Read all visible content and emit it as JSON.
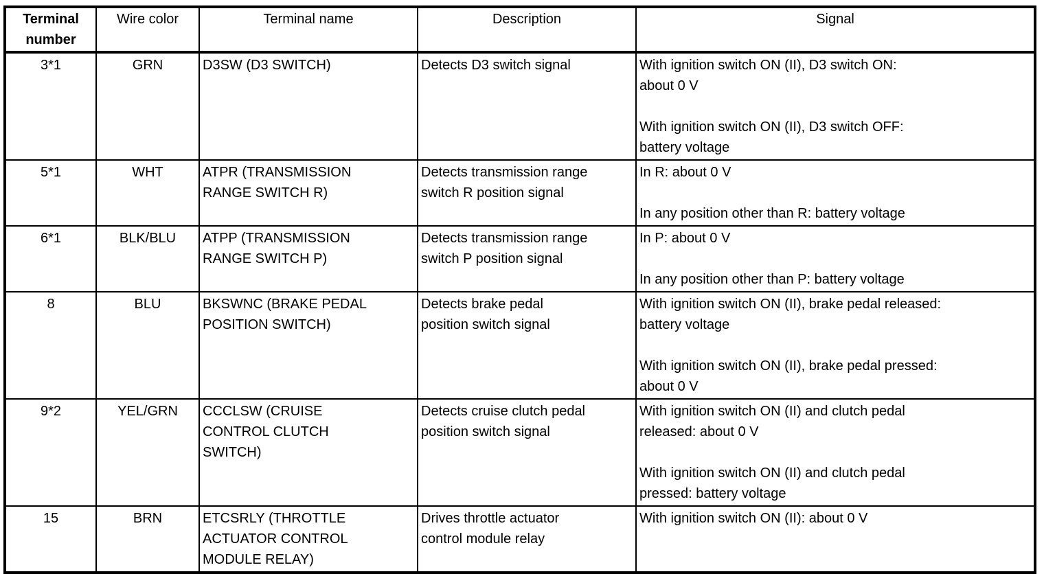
{
  "colors": {
    "border": "#000000",
    "background": "#ffffff",
    "text": "#000000"
  },
  "table": {
    "columns": [
      "Terminal number",
      "Wire color",
      "Terminal name",
      "Description",
      "Signal"
    ],
    "rows": [
      {
        "terminal_number": "3*1",
        "wire_color": "GRN",
        "terminal_name": "D3SW (D3 SWITCH)",
        "description": "Detects D3 switch signal",
        "signal": [
          "With ignition switch ON (II), D3 switch ON:\nabout 0 V",
          "With ignition switch ON (II), D3 switch OFF:\nbattery voltage"
        ]
      },
      {
        "terminal_number": "5*1",
        "wire_color": "WHT",
        "terminal_name": "ATPR (TRANSMISSION\nRANGE SWITCH R)",
        "description": "Detects transmission range\nswitch R position signal",
        "signal": [
          "In R: about 0 V",
          "In any position other than R: battery voltage"
        ]
      },
      {
        "terminal_number": "6*1",
        "wire_color": "BLK/BLU",
        "terminal_name": "ATPP (TRANSMISSION\nRANGE SWITCH P)",
        "description": "Detects transmission range\nswitch P position signal",
        "signal": [
          "In P: about 0 V",
          "In any position other than P: battery voltage"
        ]
      },
      {
        "terminal_number": "8",
        "wire_color": "BLU",
        "terminal_name": "BKSWNC (BRAKE PEDAL\nPOSITION SWITCH)",
        "description": "Detects brake pedal\nposition switch signal",
        "signal": [
          "With ignition switch ON (II), brake pedal released:\nbattery voltage",
          "With ignition switch ON (II), brake pedal pressed:\nabout 0 V"
        ]
      },
      {
        "terminal_number": "9*2",
        "wire_color": "YEL/GRN",
        "terminal_name": "CCCLSW (CRUISE\nCONTROL CLUTCH\nSWITCH)",
        "description": "Detects cruise clutch pedal\nposition switch signal",
        "signal": [
          "With ignition switch ON (II) and clutch pedal\nreleased: about 0 V",
          "With ignition switch ON (II) and clutch pedal\npressed: battery voltage"
        ]
      },
      {
        "terminal_number": "15",
        "wire_color": "BRN",
        "terminal_name": "ETCSRLY (THROTTLE\nACTUATOR CONTROL\nMODULE RELAY)",
        "description": "Drives throttle actuator\ncontrol module relay",
        "signal": [
          "With ignition switch ON (II): about 0 V"
        ]
      }
    ]
  }
}
